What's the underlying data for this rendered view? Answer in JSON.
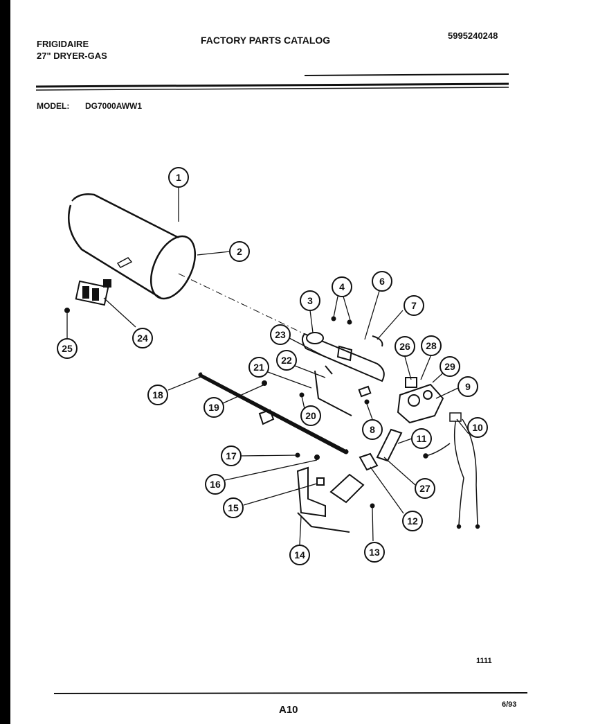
{
  "header": {
    "brand": "FRIGIDAIRE",
    "product": "27\" DRYER-GAS",
    "catalog_title": "FACTORY PARTS CATALOG",
    "catalog_number": "5995240248"
  },
  "model": {
    "label": "MODEL:",
    "value": "DG7000AWW1"
  },
  "callouts": [
    "1",
    "2",
    "3",
    "4",
    "6",
    "7",
    "23",
    "28",
    "26",
    "29",
    "9",
    "22",
    "21",
    "18",
    "19",
    "20",
    "8",
    "11",
    "10",
    "17",
    "16",
    "15",
    "12",
    "27",
    "14",
    "13",
    "25",
    "24"
  ],
  "footer": {
    "drawing_number": "1111",
    "page_code": "A10",
    "date": "6/93"
  }
}
